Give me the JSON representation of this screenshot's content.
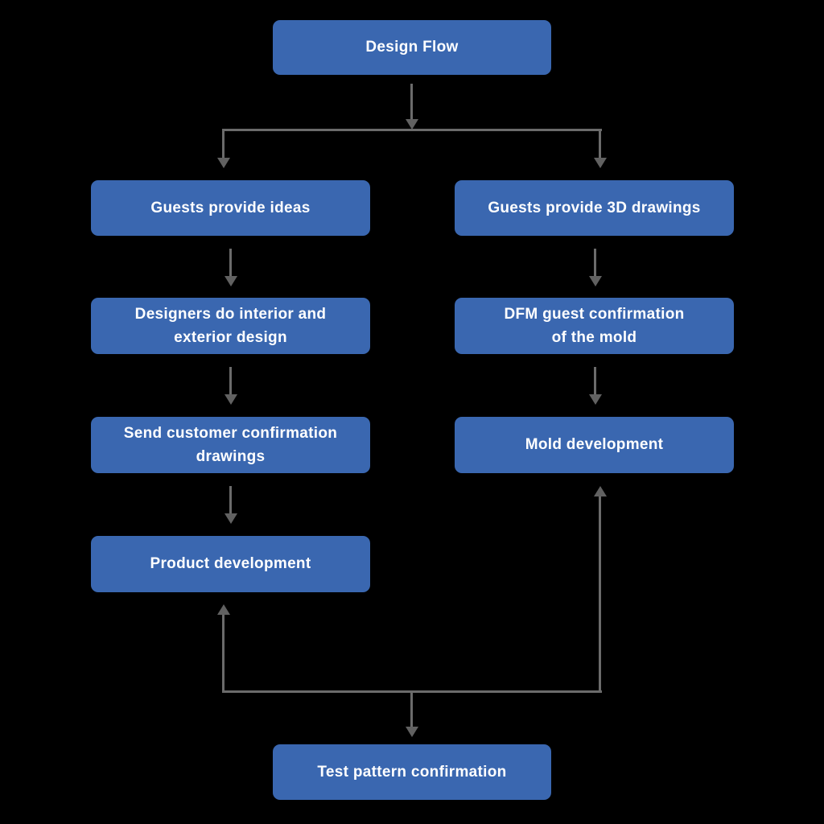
{
  "diagram": {
    "title": "Design Flow",
    "type": "flowchart"
  },
  "colors": {
    "background": "#000000",
    "node_fill": "#3A67B0",
    "node_text": "#FFFFFF",
    "connector_line": "#6B6B6B",
    "arrowhead": "#616161"
  },
  "nodes": [
    {
      "id": "design-flow",
      "label": "Design Flow"
    },
    {
      "id": "guests-provide-ideas",
      "label": "Guests provide ideas"
    },
    {
      "id": "guests-provide-3d-drawings",
      "label": "Guests provide 3D drawings"
    },
    {
      "id": "designers-interior-exterior",
      "label": "Designers do interior and\nexterior design"
    },
    {
      "id": "dfm-guest-confirmation",
      "label": "DFM guest confirmation\nof the mold"
    },
    {
      "id": "send-customer-confirmation",
      "label": "Send customer confirmation\ndrawings"
    },
    {
      "id": "mold-development",
      "label": "Mold development"
    },
    {
      "id": "product-development",
      "label": "Product development"
    },
    {
      "id": "test-pattern-confirmation",
      "label": "Test pattern confirmation"
    }
  ],
  "connections": [
    {
      "from": "design-flow",
      "to": "guests-provide-ideas"
    },
    {
      "from": "design-flow",
      "to": "guests-provide-3d-drawings"
    },
    {
      "from": "guests-provide-ideas",
      "to": "designers-interior-exterior"
    },
    {
      "from": "designers-interior-exterior",
      "to": "send-customer-confirmation"
    },
    {
      "from": "send-customer-confirmation",
      "to": "product-development"
    },
    {
      "from": "guests-provide-3d-drawings",
      "to": "dfm-guest-confirmation"
    },
    {
      "from": "dfm-guest-confirmation",
      "to": "mold-development"
    },
    {
      "from": "loop-junction",
      "to": "product-development"
    },
    {
      "from": "loop-junction",
      "to": "mold-development"
    },
    {
      "from": "loop-junction",
      "to": "test-pattern-confirmation"
    }
  ]
}
